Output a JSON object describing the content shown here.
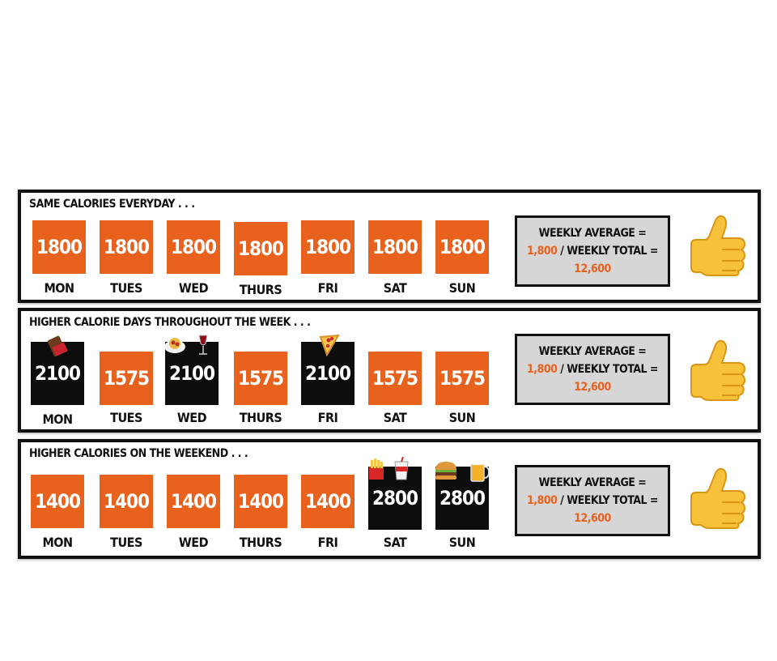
{
  "colors": {
    "tile_orange": "#e8611d",
    "tile_dark": "#0d0d0d",
    "summary_bg": "#d6d6d6",
    "accent_text": "#e8611d"
  },
  "panels": [
    {
      "title": "SAME CALORIES EVERYDAY . . .",
      "days": [
        {
          "label": "MON",
          "value": "1800",
          "dark": false
        },
        {
          "label": "TUES",
          "value": "1800",
          "dark": false
        },
        {
          "label": "WED",
          "value": "1800",
          "dark": false
        },
        {
          "label": "THURS",
          "value": "1800",
          "dark": false
        },
        {
          "label": "FRI",
          "value": "1800",
          "dark": false
        },
        {
          "label": "SAT",
          "value": "1800",
          "dark": false
        },
        {
          "label": "SUN",
          "value": "1800",
          "dark": false
        }
      ],
      "summary": {
        "line1": "WEEKLY AVERAGE =",
        "average": "1,800",
        "mid": " / WEEKLY TOTAL =",
        "total": "12,600"
      },
      "icon": "thumbs-up-icon"
    },
    {
      "title": "HIGHER CALORIE DAYS THROUGHOUT THE WEEK . . .",
      "days": [
        {
          "label": "MON",
          "value": "2100",
          "dark": true,
          "icon": "chocolate-bar-icon"
        },
        {
          "label": "TUES",
          "value": "1575",
          "dark": false
        },
        {
          "label": "WED",
          "value": "2100",
          "dark": true,
          "icon": "spaghetti-and-wine-icon"
        },
        {
          "label": "THURS",
          "value": "1575",
          "dark": false
        },
        {
          "label": "FRI",
          "value": "2100",
          "dark": true,
          "icon": "pizza-icon"
        },
        {
          "label": "SAT",
          "value": "1575",
          "dark": false
        },
        {
          "label": "SUN",
          "value": "1575",
          "dark": false
        }
      ],
      "summary": {
        "line1": "WEEKLY AVERAGE =",
        "average": "1,800",
        "mid": " / WEEKLY TOTAL =",
        "total": "12,600"
      },
      "icon": "thumbs-up-icon"
    },
    {
      "title": "HIGHER CALORIES ON THE WEEKEND . . .",
      "days": [
        {
          "label": "MON",
          "value": "1400",
          "dark": false
        },
        {
          "label": "TUES",
          "value": "1400",
          "dark": false
        },
        {
          "label": "WED",
          "value": "1400",
          "dark": false
        },
        {
          "label": "THURS",
          "value": "1400",
          "dark": false
        },
        {
          "label": "FRI",
          "value": "1400",
          "dark": false
        },
        {
          "label": "SAT",
          "value": "2800",
          "dark": true,
          "icon": "fries-and-drink-icon"
        },
        {
          "label": "SUN",
          "value": "2800",
          "dark": true,
          "icon": "burger-and-beer-icon"
        }
      ],
      "summary": {
        "line1": "WEEKLY AVERAGE =",
        "average": "1,800",
        "mid": " / WEEKLY TOTAL =",
        "total": "12,600"
      },
      "icon": "thumbs-up-icon"
    }
  ]
}
